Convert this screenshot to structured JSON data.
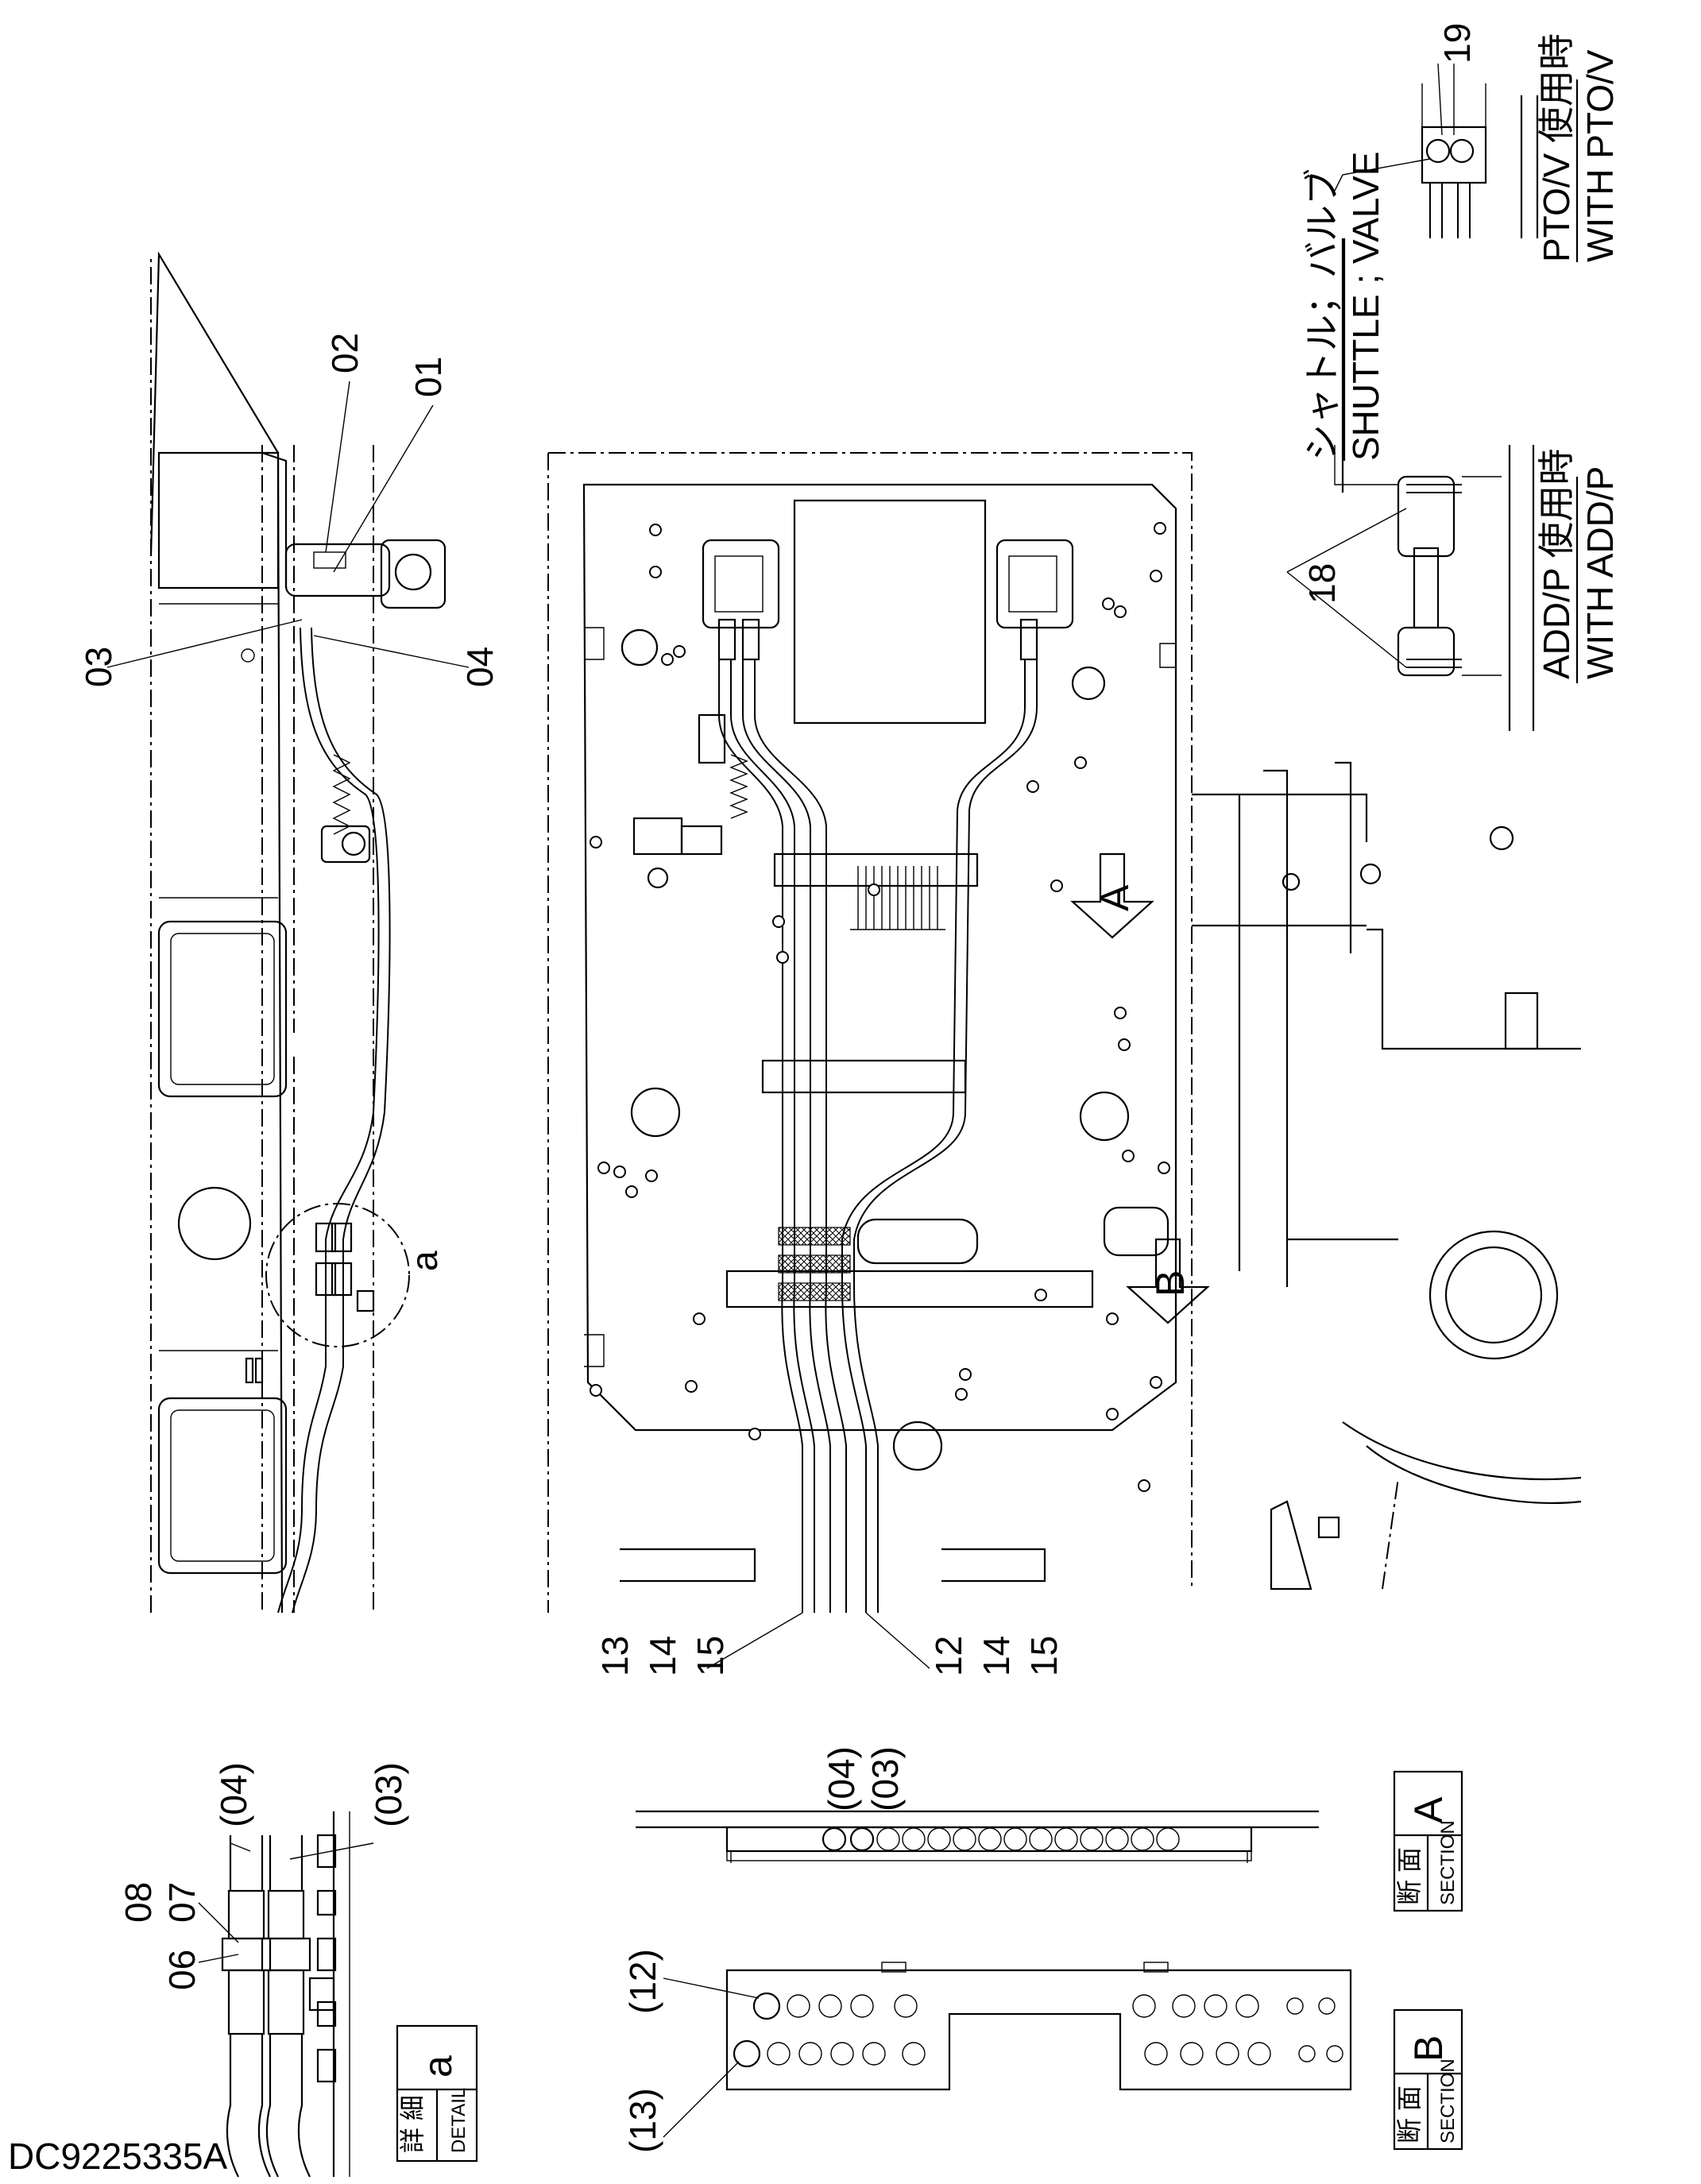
{
  "drawing_number": "DC9225335A",
  "callouts": {
    "c01": "01",
    "c02": "02",
    "c03": "03",
    "c04": "04",
    "c18": "18",
    "c19": "19",
    "c12_14_15": [
      "12",
      "14",
      "15"
    ],
    "c13_14_15": [
      "13",
      "14",
      "15"
    ],
    "detail_a_refs": {
      "p04": "(04)",
      "p03": "(03)",
      "c08": "08",
      "c07": "07",
      "c06": "06",
      "a": "a"
    },
    "section_a_refs": {
      "p04": "(04)",
      "p03": "(03)"
    },
    "section_b_refs": {
      "p12": "(12)",
      "p13": "(13)"
    }
  },
  "section_arrows": {
    "A": "A",
    "B": "B"
  },
  "notes": {
    "add_p_jp": "ADD/P 使用時",
    "add_p_en": "WITH ADD/P",
    "pto_v_jp": "PTO/V 使用時",
    "pto_v_en": "WITH PTO/V",
    "shuttle_jp": "シャトル；バルブ",
    "shuttle_en": "SHUTTLE ; VALVE"
  },
  "title_boxes": {
    "detail_a": {
      "jp": "詳 細",
      "en": "DETAIL",
      "letter": "a"
    },
    "section_a": {
      "jp": "断 面",
      "en": "SECTION",
      "letter": "A"
    },
    "section_b": {
      "jp": "断 面",
      "en": "SECTION",
      "letter": "B"
    }
  }
}
